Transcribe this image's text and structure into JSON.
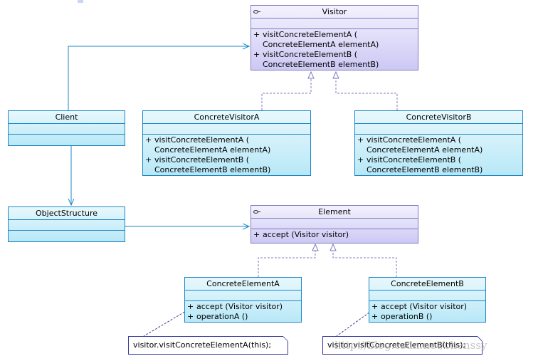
{
  "classes": {
    "visitor": {
      "name": "Visitor",
      "ops": [
        {
          "vis": "+",
          "text": "visitConcreteElementA (\nConcreteElementA elementA)"
        },
        {
          "vis": "+",
          "text": "visitConcreteElementB (\nConcreteElementB elementB)"
        }
      ]
    },
    "client": {
      "name": "Client"
    },
    "concrete_visitor_a": {
      "name": "ConcreteVisitorA",
      "ops": [
        {
          "vis": "+",
          "text": "visitConcreteElementA (\nConcreteElementA elementA)"
        },
        {
          "vis": "+",
          "text": "visitConcreteElementB (\nConcreteElementB elementB)"
        }
      ]
    },
    "concrete_visitor_b": {
      "name": "ConcreteVisitorB",
      "ops": [
        {
          "vis": "+",
          "text": "visitConcreteElementA (\nConcreteElementA elementA)"
        },
        {
          "vis": "+",
          "text": "visitConcreteElementB (\nConcreteElementB elementB)"
        }
      ]
    },
    "object_structure": {
      "name": "ObjectStructure"
    },
    "element": {
      "name": "Element",
      "ops": [
        {
          "vis": "+",
          "text": "accept (Visitor visitor)"
        }
      ]
    },
    "concrete_element_a": {
      "name": "ConcreteElementA",
      "ops": [
        {
          "vis": "+",
          "text": "accept (Visitor visitor)"
        },
        {
          "vis": "+",
          "text": "operationA ()"
        }
      ]
    },
    "concrete_element_b": {
      "name": "ConcreteElementB",
      "ops": [
        {
          "vis": "+",
          "text": "accept (Visitor visitor)"
        },
        {
          "vis": "+",
          "text": "operationB ()"
        }
      ]
    }
  },
  "notes": {
    "note_a": "visitor.visitConcreteElementA(this);",
    "note_b": "visitor.visitConcreteElementB(this);"
  },
  "watermark": "http://blog.csdn.net/chenssy",
  "colors": {
    "class_border": "#1e86c4",
    "interface_border": "#7c7cc0",
    "association_line": "#1e86c4",
    "realization_line": "#7c7cc0",
    "note_link": "#3a3a9a"
  }
}
